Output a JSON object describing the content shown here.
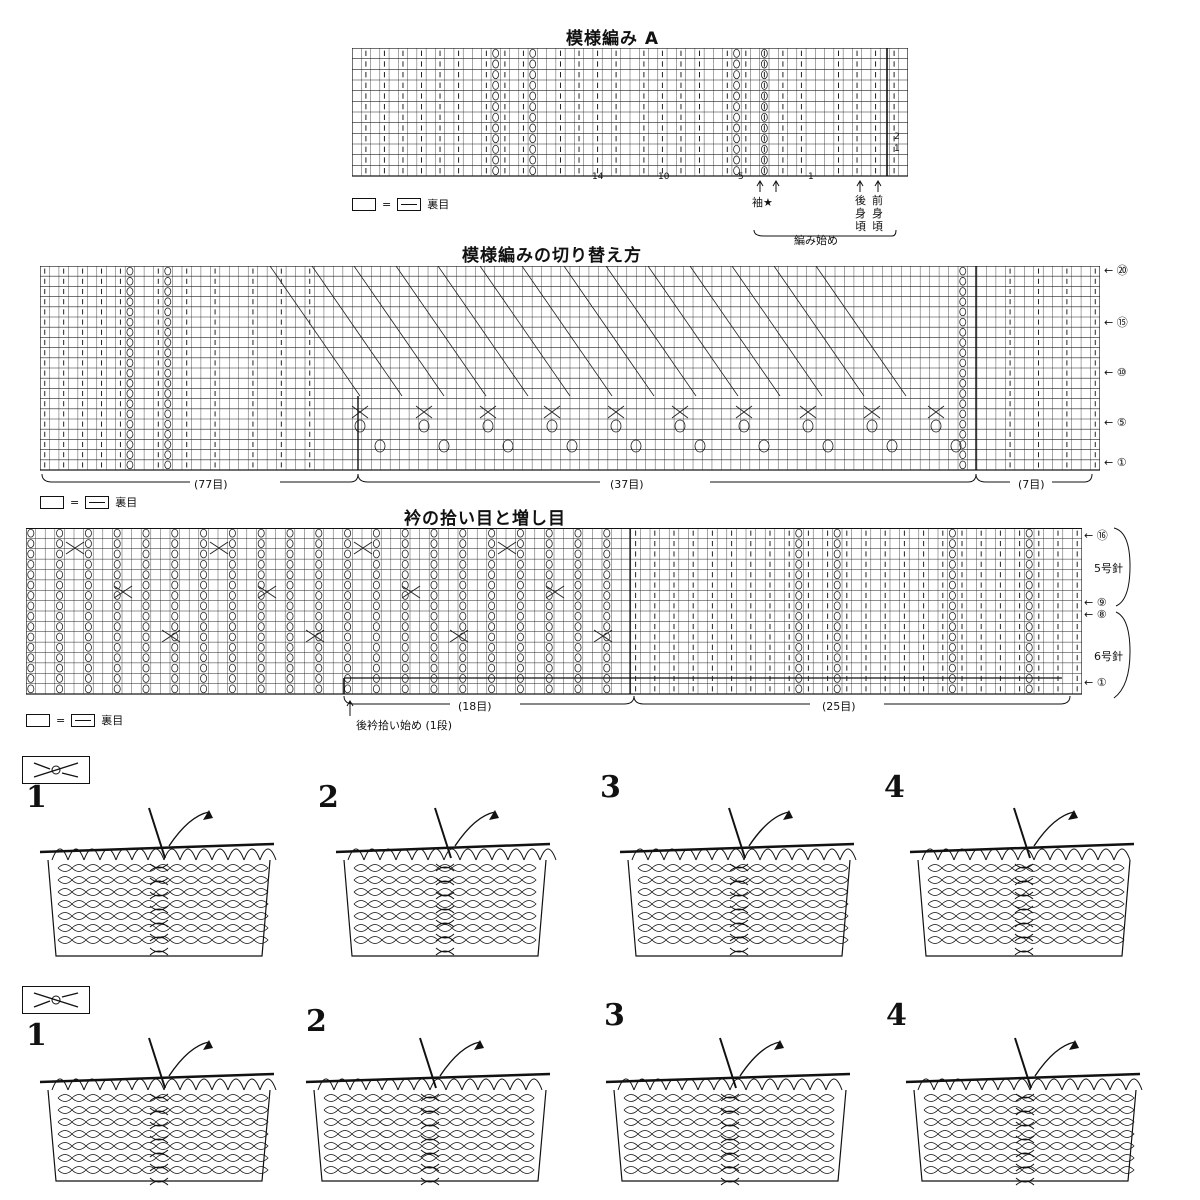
{
  "section_a": {
    "title": "模様編み A",
    "bottom_nums": [
      "14",
      "10",
      "5",
      "1"
    ],
    "right_nums": [
      "2",
      "1"
    ],
    "legend_equals": "=",
    "legend_text": "裏目",
    "arrow_labels": [
      "袖★",
      "後身頃",
      "前身頃"
    ],
    "start_label": "編み始め"
  },
  "section_b": {
    "title": "模様編みの切り替え方",
    "row_markers": [
      "⑳",
      "⑮",
      "⑩",
      "⑤",
      "①"
    ],
    "counts": [
      "(77目)",
      "(37目)",
      "(7目)"
    ],
    "legend_equals": "=",
    "legend_text": "裏目"
  },
  "section_c": {
    "title": "衿の拾い目と増し目",
    "row_markers": [
      "⑯",
      "⑨",
      "⑧",
      "①"
    ],
    "needle_labels": [
      "5号針",
      "6号針"
    ],
    "counts": [
      "(18目)",
      "(25目)"
    ],
    "pickup_label": "後衿拾い始め (1段)",
    "legend_equals": "=",
    "legend_text": "裏目"
  },
  "steps": {
    "row1": [
      "1",
      "2",
      "3",
      "4"
    ],
    "row2": [
      "1",
      "2",
      "3",
      "4"
    ]
  }
}
